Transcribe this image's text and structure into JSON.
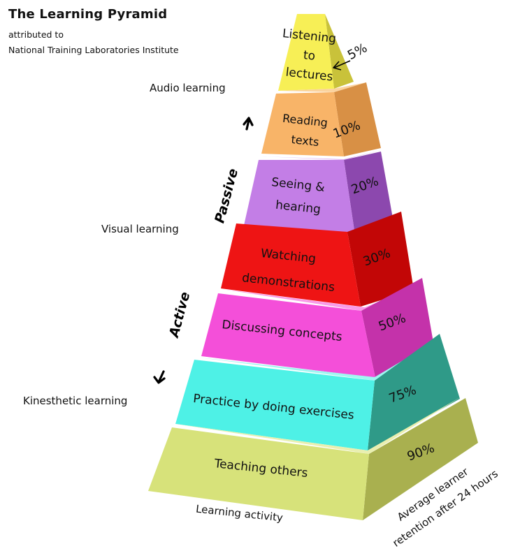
{
  "title": "The Learning Pyramid",
  "attribution_line1": "attributed to",
  "attribution_line2": "National Training Laboratories Institute",
  "side_labels": {
    "audio": "Audio learning",
    "visual": "Visual learning",
    "kinesthetic": "Kinesthetic learning"
  },
  "axis_labels": {
    "passive": "Passive",
    "active": "Active",
    "bottom_left": "Learning activity",
    "bottom_right_line1": "Average learner",
    "bottom_right_line2": "retention after 24 hours"
  },
  "tiers": [
    {
      "lines": [
        "Listening",
        "to",
        "lectures"
      ],
      "percent": "5%",
      "front": "#f7ef56",
      "side": "#c9c23a",
      "top": "#fbf79a"
    },
    {
      "lines": [
        "Reading",
        "texts"
      ],
      "percent": "10%",
      "front": "#f8b468",
      "side": "#d89045",
      "top": "#fbd39e"
    },
    {
      "lines": [
        "Seeing &",
        "hearing"
      ],
      "percent": "20%",
      "front": "#c37ee6",
      "side": "#8c48ae",
      "top": "#dcaef2"
    },
    {
      "lines": [
        "Watching",
        "demonstrations"
      ],
      "percent": "30%",
      "front": "#ee1414",
      "side": "#c20606",
      "top": "#f65a5a"
    },
    {
      "lines": [
        "Discussing concepts"
      ],
      "percent": "50%",
      "front": "#f44fd9",
      "side": "#c432aa",
      "top": "#f99be9"
    },
    {
      "lines": [
        "Practice by doing exercises"
      ],
      "percent": "75%",
      "front": "#4ef1e6",
      "side": "#2f9a88",
      "top": "#9ff7f1"
    },
    {
      "lines": [
        "Teaching others"
      ],
      "percent": "90%",
      "front": "#d7e27a",
      "side": "#a9b04f",
      "top": "#e9efb0"
    }
  ]
}
